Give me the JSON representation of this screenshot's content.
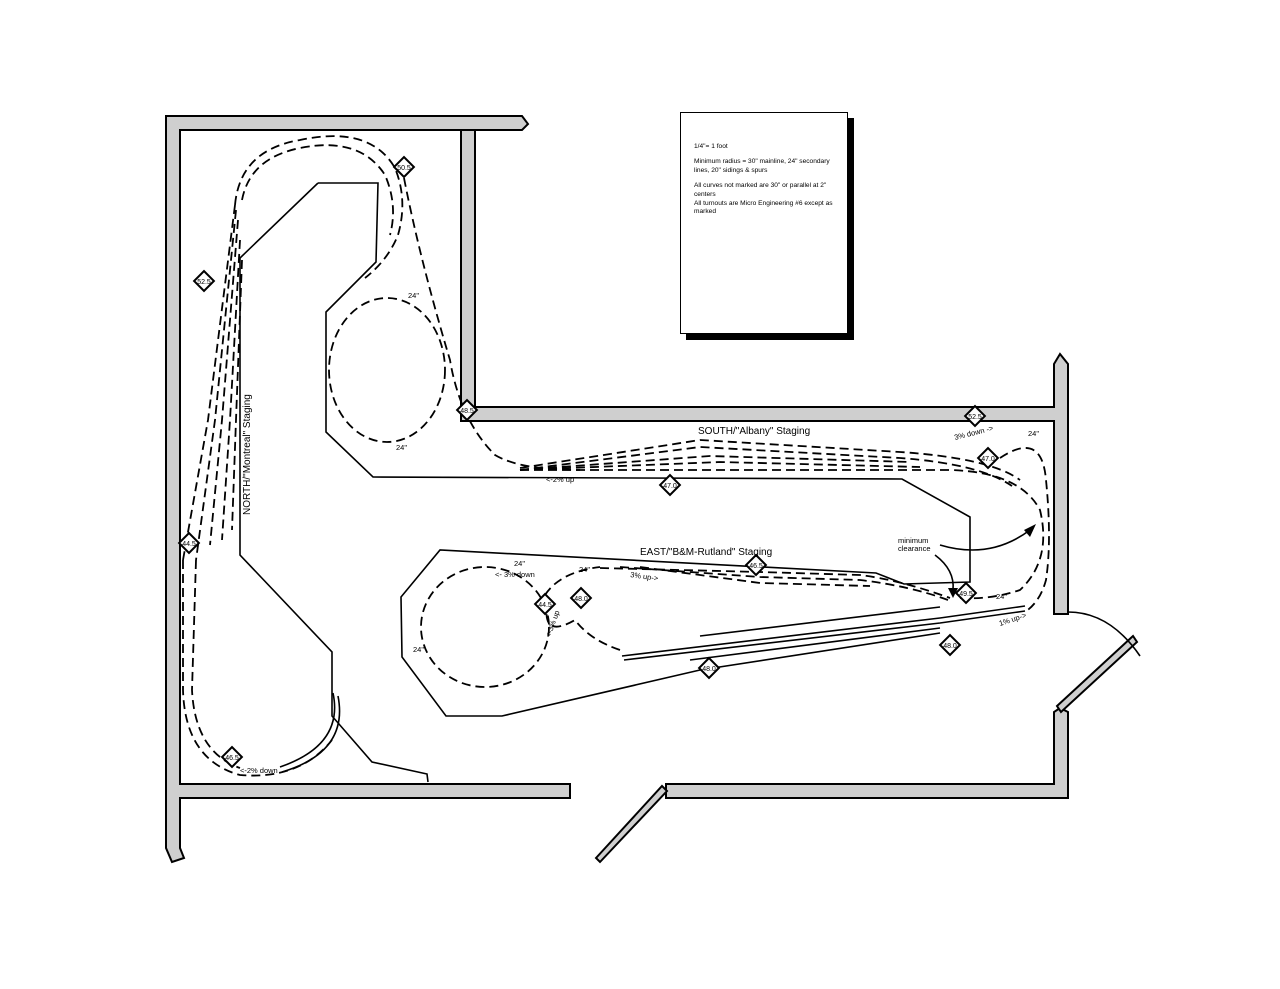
{
  "notes": {
    "scale": "1/4\"= 1 foot",
    "radius": "Minimum radius = 30\" mainline, 24\" secondary lines, 20\" sidings & spurs",
    "curves": "All curves not marked are 30\" or parallel at 2\" centers",
    "turnouts": "All turnouts are Micro Engineering #6 except as marked"
  },
  "labels": {
    "north_staging": "NORTH/\"Montreal\" Staging",
    "south_staging": "SOUTH/\"Albany\" Staging",
    "east_staging": "EAST/\"B&M-Rutland\" Staging",
    "minimum_clearance": "minimum clearance"
  },
  "grades": {
    "south_up": "<-2% up",
    "north_down": "<-2% down",
    "down_3_right": "3% down ->",
    "up_3": "3% up->",
    "down_3_left": "<- 3% down",
    "up_3_left": "<-3% up",
    "grade_1_right": "1% up->"
  },
  "radii": {
    "r24": "24\""
  },
  "elevations": {
    "e1": "50.5",
    "e2": "52.5",
    "e3": "48.5",
    "e4": "44.5",
    "e5": "46.5",
    "e6": "52.5",
    "e7": "47.0",
    "e8": "47.0",
    "e9": "46.5",
    "e10": "44.5",
    "e11": "48.0",
    "e12": "49.5",
    "e13": "48.0",
    "e14": "48.0"
  }
}
